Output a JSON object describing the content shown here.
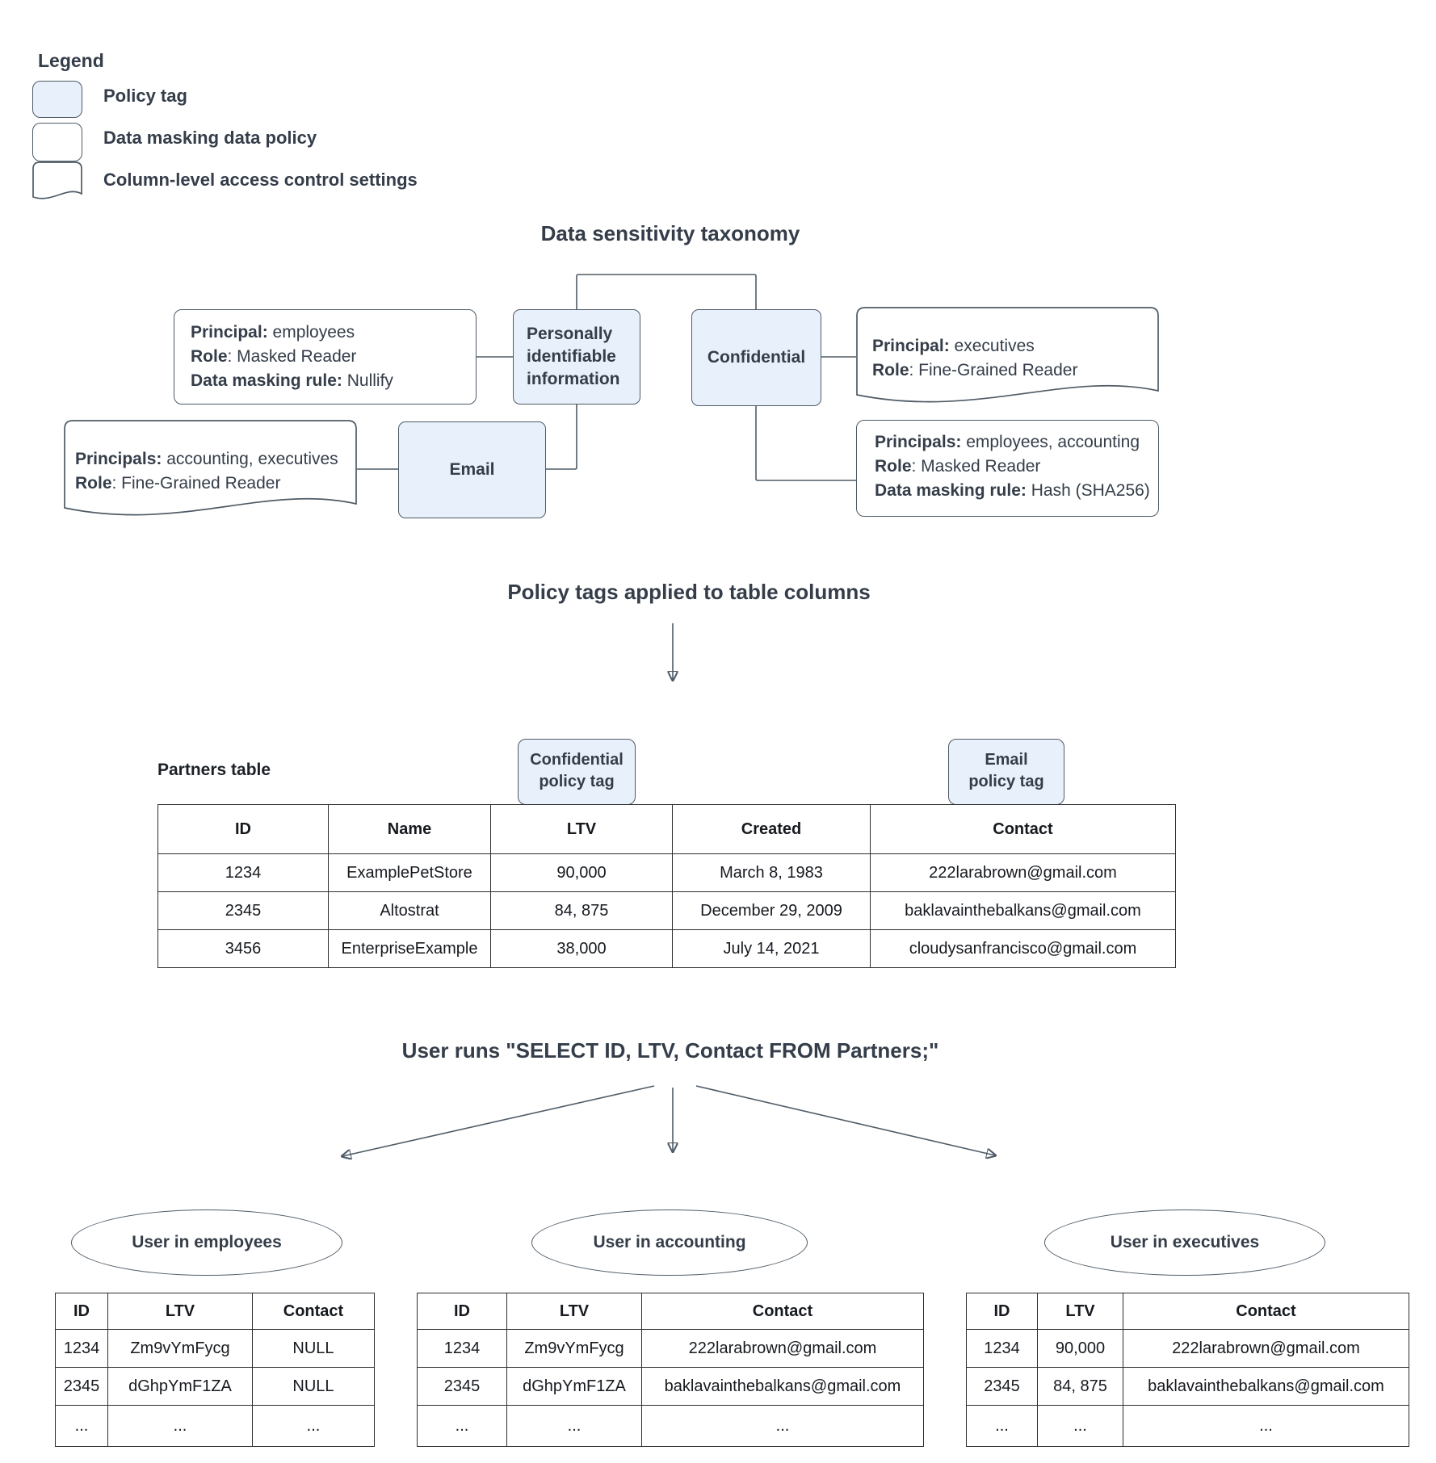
{
  "colors": {
    "policy_tag_fill": "#e8f1fb",
    "shape_border": "#4e5b66",
    "title_text": "#343d49",
    "table_border": "#2e2e2e"
  },
  "legend": {
    "title": "Legend",
    "items": [
      {
        "shape": "policy-tag-swatch",
        "label": "Policy tag"
      },
      {
        "shape": "data-masking-policy-swatch",
        "label": "Data masking data policy"
      },
      {
        "shape": "column-access-control-swatch",
        "label": "Column-level access control settings"
      }
    ]
  },
  "taxonomy": {
    "title": "Data sensitivity taxonomy",
    "nodes": {
      "pii": "Personally identifiable information",
      "confidential": "Confidential",
      "email": "Email"
    },
    "policies": {
      "nullify": [
        {
          "b": "Principal:",
          "t": " employees"
        },
        {
          "b": "Role",
          "t": ": Masked Reader"
        },
        {
          "b": "Data masking rule:",
          "t": " Nullify"
        }
      ],
      "acl_email": [
        {
          "b": "Principals:",
          "t": " accounting, executives"
        },
        {
          "b": "Role",
          "t": ": Fine-Grained Reader"
        }
      ],
      "acl_confidential": [
        {
          "b": "Principal:",
          "t": " executives"
        },
        {
          "b": "Role",
          "t": ": Fine-Grained Reader"
        }
      ],
      "hash": [
        {
          "b": "Principals:",
          "t": " employees, accounting"
        },
        {
          "b": "Role",
          "t": ": Masked Reader"
        },
        {
          "b": "Data masking rule:",
          "t": " Hash (SHA256)"
        }
      ]
    }
  },
  "policy_section": {
    "title": "Policy tags applied to table columns",
    "tag_confidential": {
      "line1": "Confidential",
      "line2": "policy tag"
    },
    "tag_email": {
      "line1": "Email",
      "line2": "policy tag"
    },
    "partners_label": "Partners table",
    "partners_table": {
      "headers": [
        "ID",
        "Name",
        "LTV",
        "Created",
        "Contact"
      ],
      "rows": [
        [
          "1234",
          "ExamplePetStore",
          "90,000",
          "March 8, 1983",
          "222larabrown@gmail.com"
        ],
        [
          "2345",
          "Altostrat",
          "84, 875",
          "December 29, 2009",
          "baklavainthebalkans@gmail.com"
        ],
        [
          "3456",
          "EnterpriseExample",
          "38,000",
          "July 14, 2021",
          "cloudysanfrancisco@gmail.com"
        ]
      ]
    }
  },
  "query_section": {
    "title": "User runs \"SELECT ID, LTV, Contact FROM Partners;\"",
    "results": [
      {
        "user": "User in employees",
        "table": {
          "headers": [
            "ID",
            "LTV",
            "Contact"
          ],
          "rows": [
            [
              "1234",
              "Zm9vYmFycg",
              "NULL"
            ],
            [
              "2345",
              "dGhpYmF1ZA",
              "NULL"
            ],
            [
              "...",
              "...",
              "..."
            ]
          ]
        }
      },
      {
        "user": "User in accounting",
        "table": {
          "headers": [
            "ID",
            "LTV",
            "Contact"
          ],
          "rows": [
            [
              "1234",
              "Zm9vYmFycg",
              "222larabrown@gmail.com"
            ],
            [
              "2345",
              "dGhpYmF1ZA",
              "baklavainthebalkans@gmail.com"
            ],
            [
              "...",
              "...",
              "..."
            ]
          ]
        }
      },
      {
        "user": "User in executives",
        "table": {
          "headers": [
            "ID",
            "LTV",
            "Contact"
          ],
          "rows": [
            [
              "1234",
              "90,000",
              "222larabrown@gmail.com"
            ],
            [
              "2345",
              "84, 875",
              "baklavainthebalkans@gmail.com"
            ],
            [
              "...",
              "...",
              "..."
            ]
          ]
        }
      }
    ]
  }
}
